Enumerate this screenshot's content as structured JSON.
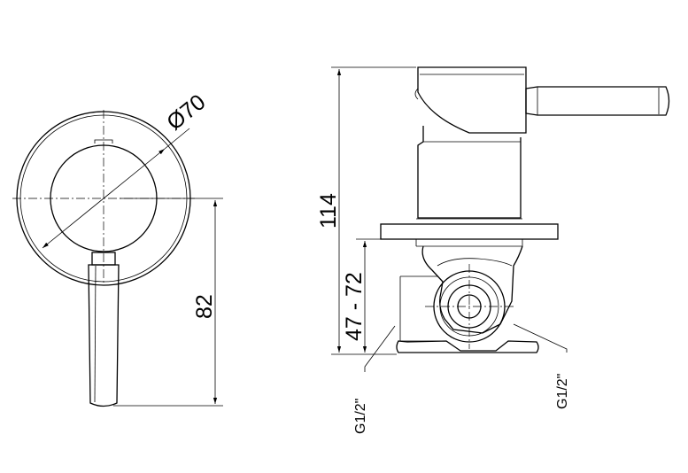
{
  "dimensions": {
    "diameter": "Ø70",
    "lever_height": "82",
    "total_height": "114",
    "install_depth": "47 - 72"
  },
  "thread_labels": {
    "left": "G1/2\"",
    "right": "G1/2\""
  }
}
